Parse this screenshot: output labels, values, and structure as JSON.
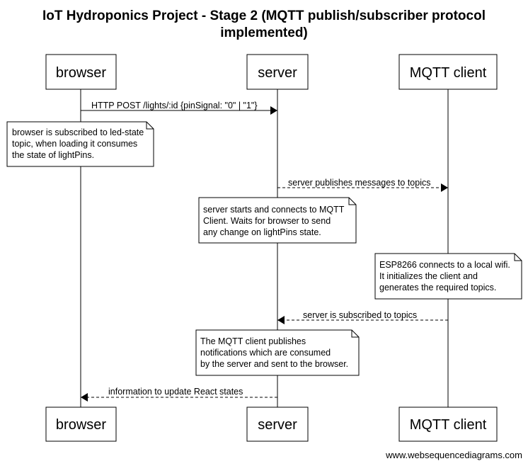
{
  "title": {
    "line1": "IoT Hydroponics Project - Stage 2 (MQTT publish/subscriber protocol",
    "line2": "implemented)"
  },
  "participants": {
    "browser": "browser",
    "server": "server",
    "mqtt": "MQTT client"
  },
  "messages": {
    "m1": "HTTP POST /lights/:id {pinSignal: \"0\" | \"1\"}",
    "m2": "server publishes messages to topics",
    "m3": "server is subscribed to topics",
    "m4": "information to update React states"
  },
  "notes": {
    "n1": [
      "browser is subscribed to led-state",
      "topic, when loading it consumes",
      "the state of lightPins."
    ],
    "n2": [
      "server starts and connects to MQTT",
      "Client. Waits for browser to send",
      "any change on lightPins state."
    ],
    "n3": [
      "ESP8266 connects to a local wifi.",
      "It initializes the client and",
      "generates the required topics."
    ],
    "n4": [
      "The MQTT client publishes",
      "notifications which are consumed",
      "by the server and sent to the browser."
    ]
  },
  "footer": "www.websequencediagrams.com"
}
